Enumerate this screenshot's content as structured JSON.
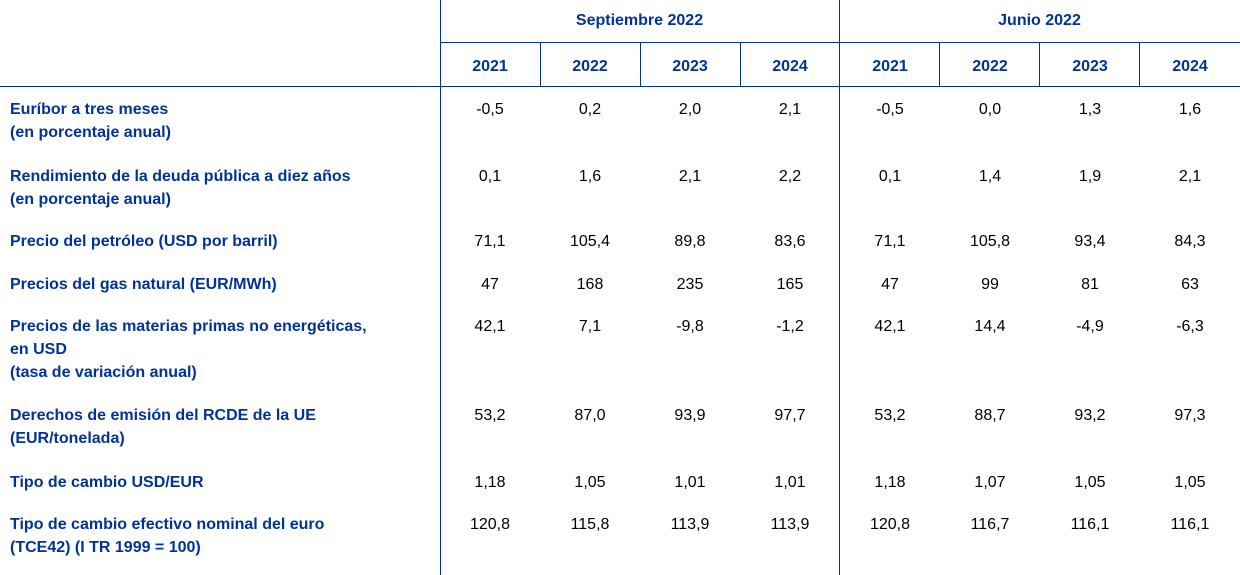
{
  "groups": [
    "Septiembre 2022",
    "Junio 2022"
  ],
  "years": [
    "2021",
    "2022",
    "2023",
    "2024",
    "2021",
    "2022",
    "2023",
    "2024"
  ],
  "rows": [
    {
      "label": [
        "Euríbor a tres meses",
        "(en porcentaje anual)"
      ],
      "values": [
        "-0,5",
        "0,2",
        "2,0",
        "2,1",
        "-0,5",
        "0,0",
        "1,3",
        "1,6"
      ]
    },
    {
      "label": [
        "Rendimiento de la deuda pública a diez años",
        "(en porcentaje anual)"
      ],
      "values": [
        "0,1",
        "1,6",
        "2,1",
        "2,2",
        "0,1",
        "1,4",
        "1,9",
        "2,1"
      ]
    },
    {
      "label": [
        "Precio del petróleo (USD por barril)"
      ],
      "values": [
        "71,1",
        "105,4",
        "89,8",
        "83,6",
        "71,1",
        "105,8",
        "93,4",
        "84,3"
      ]
    },
    {
      "label": [
        "Precios del gas natural (EUR/MWh)"
      ],
      "values": [
        "47",
        "168",
        "235",
        "165",
        "47",
        "99",
        "81",
        "63"
      ]
    },
    {
      "label": [
        "Precios de las materias primas no energéticas,",
        "en USD",
        "(tasa de variación anual)"
      ],
      "values": [
        "42,1",
        "7,1",
        "-9,8",
        "-1,2",
        "42,1",
        "14,4",
        "-4,9",
        "-6,3"
      ]
    },
    {
      "label": [
        "Derechos de emisión del RCDE de la UE",
        "(EUR/tonelada)"
      ],
      "values": [
        "53,2",
        "87,0",
        "93,9",
        "97,7",
        "53,2",
        "88,7",
        "93,2",
        "97,3"
      ]
    },
    {
      "label": [
        "Tipo de cambio USD/EUR"
      ],
      "values": [
        "1,18",
        "1,05",
        "1,01",
        "1,01",
        "1,18",
        "1,07",
        "1,05",
        "1,05"
      ]
    },
    {
      "label": [
        "Tipo de cambio efectivo nominal del euro",
        "(TCE42) (I TR 1999 = 100)"
      ],
      "values": [
        "120,8",
        "115,8",
        "113,9",
        "113,9",
        "120,8",
        "116,7",
        "116,1",
        "116,1"
      ]
    }
  ]
}
